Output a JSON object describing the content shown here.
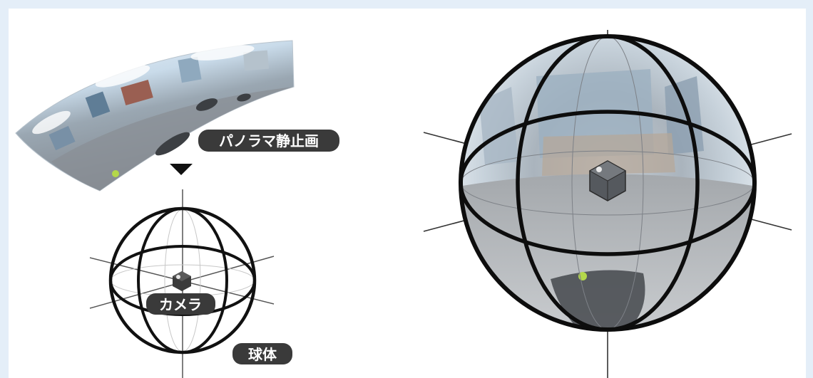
{
  "labels": {
    "panorama": "パノラマ静止画",
    "camera": "カメラ",
    "sphere": "球体"
  },
  "colors": {
    "page_background": "#e4eef8",
    "panel_background": "#ffffff",
    "label_background": "#3a3a3a",
    "label_text": "#ffffff",
    "outline": "#111111"
  },
  "icons": {
    "arrow": "down-triangle-icon",
    "camera": "cube-camera-icon"
  }
}
